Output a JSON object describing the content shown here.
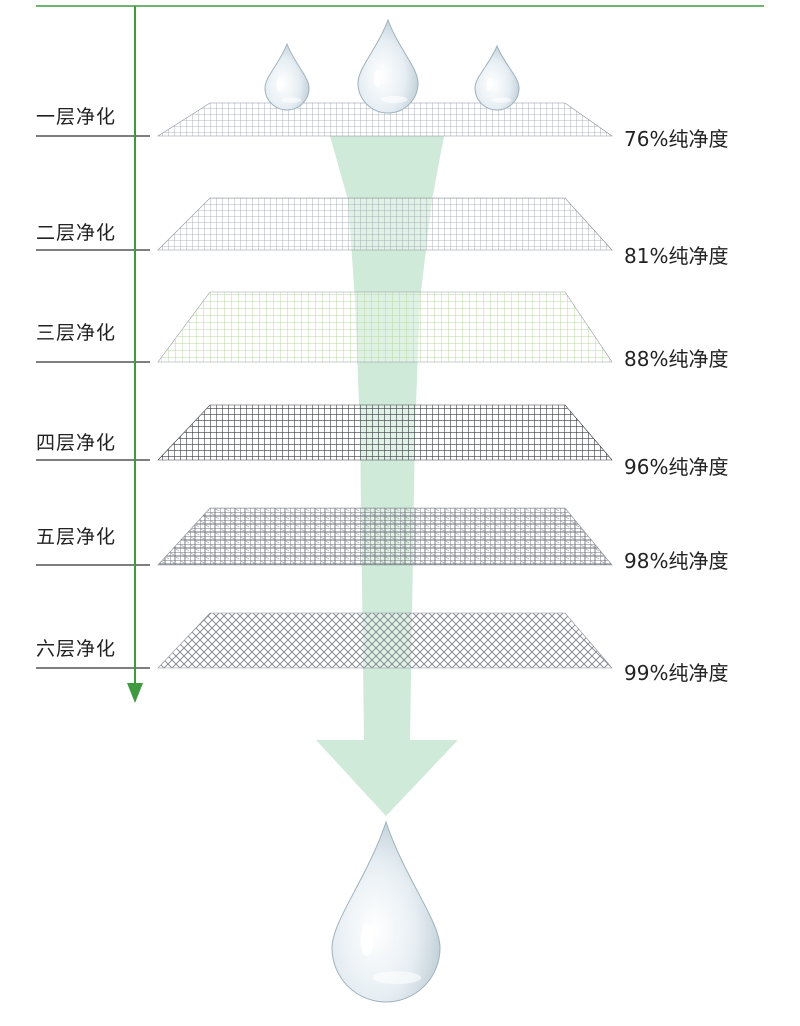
{
  "layers": [
    {
      "name": "一层净化",
      "purity": "76%纯净度",
      "mesh": "fine"
    },
    {
      "name": "二层净化",
      "purity": "81%纯净度",
      "mesh": "fine"
    },
    {
      "name": "三层净化",
      "purity": "88%纯净度",
      "mesh": "green"
    },
    {
      "name": "四层净化",
      "purity": "96%纯净度",
      "mesh": "dark"
    },
    {
      "name": "五层净化",
      "purity": "98%纯净度",
      "mesh": "rough"
    },
    {
      "name": "六层净化",
      "purity": "99%纯净度",
      "mesh": "diagonal"
    }
  ],
  "colors": {
    "axis_green": "#3f9a3f",
    "flow_green": "#bfe3cc",
    "mesh_grey": "#8a8f99",
    "mesh_dark": "#3a3d44",
    "mesh_green": "#bfe0a8"
  },
  "icons": {
    "input_drops": [
      "water-drop-icon",
      "water-drop-icon",
      "water-drop-icon"
    ],
    "output_drop": "water-drop-icon"
  }
}
